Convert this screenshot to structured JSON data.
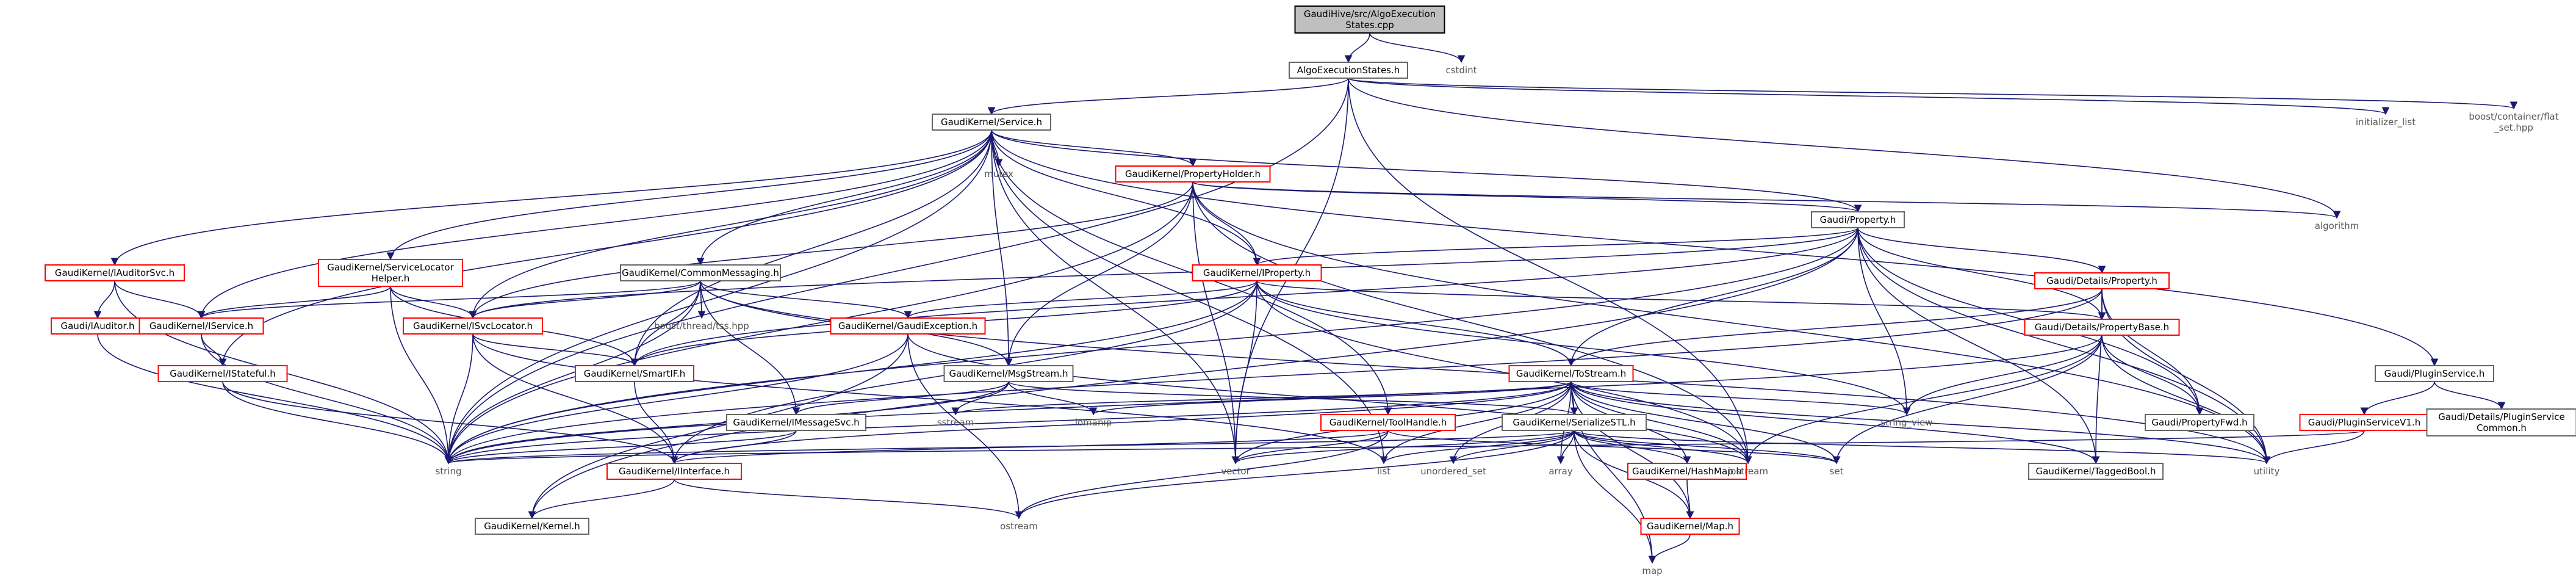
{
  "nodes": [
    {
      "id": "root",
      "lines": [
        "GaudiHive/src/AlgoExecution",
        "States.cpp"
      ],
      "kind": "root"
    },
    {
      "id": "aes",
      "lines": [
        "AlgoExecutionStates.h"
      ],
      "kind": "black"
    },
    {
      "id": "cstdint",
      "lines": [
        "cstdint"
      ],
      "kind": "plain"
    },
    {
      "id": "svc",
      "lines": [
        "GaudiKernel/Service.h"
      ],
      "kind": "black"
    },
    {
      "id": "initlist",
      "lines": [
        "initializer_list"
      ],
      "kind": "plain"
    },
    {
      "id": "flatset",
      "lines": [
        "boost/container/flat",
        "_set.hpp"
      ],
      "kind": "plain"
    },
    {
      "id": "mutex",
      "lines": [
        "mutex"
      ],
      "kind": "plain"
    },
    {
      "id": "propholder",
      "lines": [
        "GaudiKernel/PropertyHolder.h"
      ],
      "kind": "red"
    },
    {
      "id": "algorithm",
      "lines": [
        "algorithm"
      ],
      "kind": "plain"
    },
    {
      "id": "property",
      "lines": [
        "Gaudi/Property.h"
      ],
      "kind": "black"
    },
    {
      "id": "iauditorsvc",
      "lines": [
        "GaudiKernel/IAuditorSvc.h"
      ],
      "kind": "red"
    },
    {
      "id": "svclocator",
      "lines": [
        "GaudiKernel/ServiceLocator",
        "Helper.h"
      ],
      "kind": "red"
    },
    {
      "id": "commsg",
      "lines": [
        "GaudiKernel/CommonMessaging.h"
      ],
      "kind": "black"
    },
    {
      "id": "iproperty",
      "lines": [
        "GaudiKernel/IProperty.h"
      ],
      "kind": "red"
    },
    {
      "id": "details_prop",
      "lines": [
        "Gaudi/Details/Property.h"
      ],
      "kind": "red"
    },
    {
      "id": "ipluginsvc",
      "lines": [
        "Gaudi/PluginService.h"
      ],
      "kind": "black"
    },
    {
      "id": "iauditor",
      "lines": [
        "Gaudi/IAuditor.h"
      ],
      "kind": "red"
    },
    {
      "id": "iservice",
      "lines": [
        "GaudiKernel/IService.h"
      ],
      "kind": "red"
    },
    {
      "id": "isvclocator",
      "lines": [
        "GaudiKernel/ISvcLocator.h"
      ],
      "kind": "red"
    },
    {
      "id": "threadtss",
      "lines": [
        "boost/thread/tss.hpp"
      ],
      "kind": "plain"
    },
    {
      "id": "gexception",
      "lines": [
        "GaudiKernel/GaudiException.h"
      ],
      "kind": "red"
    },
    {
      "id": "propbase",
      "lines": [
        "Gaudi/Details/PropertyBase.h"
      ],
      "kind": "red"
    },
    {
      "id": "pluginv1",
      "lines": [
        "Gaudi/PluginServiceV1.h"
      ],
      "kind": "red"
    },
    {
      "id": "plugincommon",
      "lines": [
        "Gaudi/Details/PluginService",
        "Common.h"
      ],
      "kind": "black"
    },
    {
      "id": "istateful",
      "lines": [
        "GaudiKernel/IStateful.h"
      ],
      "kind": "red"
    },
    {
      "id": "smartif",
      "lines": [
        "GaudiKernel/SmartIF.h"
      ],
      "kind": "red"
    },
    {
      "id": "msgstream",
      "lines": [
        "GaudiKernel/MsgStream.h"
      ],
      "kind": "black"
    },
    {
      "id": "tostream",
      "lines": [
        "GaudiKernel/ToStream.h"
      ],
      "kind": "red"
    },
    {
      "id": "sstream",
      "lines": [
        "sstream"
      ],
      "kind": "plain"
    },
    {
      "id": "iomanip",
      "lines": [
        "iomanip"
      ],
      "kind": "plain"
    },
    {
      "id": "stringview",
      "lines": [
        "string_view"
      ],
      "kind": "plain"
    },
    {
      "id": "propfwd",
      "lines": [
        "Gaudi/PropertyFwd.h"
      ],
      "kind": "black"
    },
    {
      "id": "imsgsvc",
      "lines": [
        "GaudiKernel/IMessageSvc.h"
      ],
      "kind": "black"
    },
    {
      "id": "toolhandle",
      "lines": [
        "GaudiKernel/ToolHandle.h"
      ],
      "kind": "red"
    },
    {
      "id": "serializestl",
      "lines": [
        "GaudiKernel/SerializeSTL.h"
      ],
      "kind": "black"
    },
    {
      "id": "string",
      "lines": [
        "string"
      ],
      "kind": "plain"
    },
    {
      "id": "iinterface",
      "lines": [
        "GaudiKernel/IInterface.h"
      ],
      "kind": "red"
    },
    {
      "id": "vector",
      "lines": [
        "vector"
      ],
      "kind": "plain"
    },
    {
      "id": "list",
      "lines": [
        "list"
      ],
      "kind": "plain"
    },
    {
      "id": "unordered_set",
      "lines": [
        "unordered_set"
      ],
      "kind": "plain"
    },
    {
      "id": "array",
      "lines": [
        "array"
      ],
      "kind": "plain"
    },
    {
      "id": "hashmap",
      "lines": [
        "GaudiKernel/HashMap.h"
      ],
      "kind": "red"
    },
    {
      "id": "iostream",
      "lines": [
        "iostream"
      ],
      "kind": "plain"
    },
    {
      "id": "set",
      "lines": [
        "set"
      ],
      "kind": "plain"
    },
    {
      "id": "taggedbool",
      "lines": [
        "GaudiKernel/TaggedBool.h"
      ],
      "kind": "black"
    },
    {
      "id": "utility",
      "lines": [
        "utility"
      ],
      "kind": "plain"
    },
    {
      "id": "kernel",
      "lines": [
        "GaudiKernel/Kernel.h"
      ],
      "kind": "black"
    },
    {
      "id": "ostream",
      "lines": [
        "ostream"
      ],
      "kind": "plain"
    },
    {
      "id": "gmap",
      "lines": [
        "GaudiKernel/Map.h"
      ],
      "kind": "red"
    },
    {
      "id": "map",
      "lines": [
        "map"
      ],
      "kind": "plain"
    }
  ],
  "edges": [
    [
      "root",
      "aes"
    ],
    [
      "root",
      "cstdint"
    ],
    [
      "aes",
      "svc"
    ],
    [
      "aes",
      "initlist"
    ],
    [
      "aes",
      "flatset"
    ],
    [
      "aes",
      "algorithm"
    ],
    [
      "aes",
      "string"
    ],
    [
      "aes",
      "vector"
    ],
    [
      "aes",
      "iostream"
    ],
    [
      "svc",
      "mutex"
    ],
    [
      "svc",
      "propholder"
    ],
    [
      "svc",
      "property"
    ],
    [
      "svc",
      "iauditorsvc"
    ],
    [
      "svc",
      "svclocator"
    ],
    [
      "svc",
      "commsg"
    ],
    [
      "svc",
      "iproperty"
    ],
    [
      "svc",
      "ipluginsvc"
    ],
    [
      "svc",
      "iservice"
    ],
    [
      "svc",
      "isvclocator"
    ],
    [
      "svc",
      "istateful"
    ],
    [
      "svc",
      "smartif"
    ],
    [
      "svc",
      "msgstream"
    ],
    [
      "svc",
      "toolhandle"
    ],
    [
      "svc",
      "string"
    ],
    [
      "svc",
      "vector"
    ],
    [
      "svc",
      "list"
    ],
    [
      "propholder",
      "property"
    ],
    [
      "propholder",
      "iproperty"
    ],
    [
      "propholder",
      "algorithm"
    ],
    [
      "propholder",
      "msgstream"
    ],
    [
      "propholder",
      "isvclocator"
    ],
    [
      "propholder",
      "string"
    ],
    [
      "propholder",
      "vector"
    ],
    [
      "propholder",
      "utility"
    ],
    [
      "propholder",
      "iostream"
    ],
    [
      "property",
      "iproperty"
    ],
    [
      "property",
      "details_prop"
    ],
    [
      "property",
      "propbase"
    ],
    [
      "property",
      "propfwd"
    ],
    [
      "property",
      "tostream"
    ],
    [
      "property",
      "taggedbool"
    ],
    [
      "property",
      "stringview"
    ],
    [
      "property",
      "utility"
    ],
    [
      "property",
      "string"
    ],
    [
      "property",
      "smartif"
    ],
    [
      "property",
      "kernel"
    ],
    [
      "property",
      "isvclocator"
    ],
    [
      "iauditorsvc",
      "iauditor"
    ],
    [
      "iauditorsvc",
      "iservice"
    ],
    [
      "iauditorsvc",
      "string"
    ],
    [
      "svclocator",
      "iservice"
    ],
    [
      "svclocator",
      "isvclocator"
    ],
    [
      "svclocator",
      "smartif"
    ],
    [
      "svclocator",
      "string"
    ],
    [
      "commsg",
      "threadtss"
    ],
    [
      "commsg",
      "gexception"
    ],
    [
      "commsg",
      "msgstream"
    ],
    [
      "commsg",
      "iservice"
    ],
    [
      "commsg",
      "isvclocator"
    ],
    [
      "commsg",
      "smartif"
    ],
    [
      "commsg",
      "imsgsvc"
    ],
    [
      "commsg",
      "string"
    ],
    [
      "commsg",
      "utility"
    ],
    [
      "iproperty",
      "gexception"
    ],
    [
      "iproperty",
      "propbase"
    ],
    [
      "iproperty",
      "tostream"
    ],
    [
      "iproperty",
      "iinterface"
    ],
    [
      "iproperty",
      "string"
    ],
    [
      "iproperty",
      "vector"
    ],
    [
      "iproperty",
      "stringview"
    ],
    [
      "iproperty",
      "iostream"
    ],
    [
      "iproperty",
      "smartif"
    ],
    [
      "details_prop",
      "propbase"
    ],
    [
      "details_prop",
      "propfwd"
    ],
    [
      "details_prop",
      "tostream"
    ],
    [
      "details_prop",
      "taggedbool"
    ],
    [
      "details_prop",
      "utility"
    ],
    [
      "details_prop",
      "string"
    ],
    [
      "ipluginsvc",
      "pluginv1"
    ],
    [
      "ipluginsvc",
      "plugincommon"
    ],
    [
      "iauditor",
      "string"
    ],
    [
      "iservice",
      "istateful"
    ],
    [
      "iservice",
      "string"
    ],
    [
      "isvclocator",
      "smartif"
    ],
    [
      "isvclocator",
      "iinterface"
    ],
    [
      "isvclocator",
      "string"
    ],
    [
      "isvclocator",
      "list"
    ],
    [
      "gexception",
      "kernel"
    ],
    [
      "gexception",
      "string"
    ],
    [
      "gexception",
      "ostream"
    ],
    [
      "gexception",
      "iostream"
    ],
    [
      "propbase",
      "propfwd"
    ],
    [
      "propbase",
      "stringview"
    ],
    [
      "propbase",
      "set"
    ],
    [
      "propbase",
      "utility"
    ],
    [
      "propbase",
      "iostream"
    ],
    [
      "propbase",
      "string"
    ],
    [
      "pluginv1",
      "utility"
    ],
    [
      "pluginv1",
      "string"
    ],
    [
      "istateful",
      "iinterface"
    ],
    [
      "istateful",
      "string"
    ],
    [
      "smartif",
      "iinterface"
    ],
    [
      "msgstream",
      "imsgsvc"
    ],
    [
      "msgstream",
      "sstream"
    ],
    [
      "msgstream",
      "iomanip"
    ],
    [
      "msgstream",
      "string"
    ],
    [
      "msgstream",
      "serializestl"
    ],
    [
      "tostream",
      "serializestl"
    ],
    [
      "tostream",
      "hashmap"
    ],
    [
      "tostream",
      "gmap"
    ],
    [
      "tostream",
      "sstream"
    ],
    [
      "tostream",
      "iomanip"
    ],
    [
      "tostream",
      "stringview"
    ],
    [
      "tostream",
      "string"
    ],
    [
      "tostream",
      "vector"
    ],
    [
      "tostream",
      "list"
    ],
    [
      "tostream",
      "array"
    ],
    [
      "tostream",
      "set"
    ],
    [
      "tostream",
      "utility"
    ],
    [
      "tostream",
      "map"
    ],
    [
      "tostream",
      "unordered_set"
    ],
    [
      "tostream",
      "iostream"
    ],
    [
      "tostream",
      "taggedbool"
    ],
    [
      "tostream",
      "iinterface"
    ],
    [
      "imsgsvc",
      "iinterface"
    ],
    [
      "imsgsvc",
      "string"
    ],
    [
      "toolhandle",
      "iinterface"
    ],
    [
      "toolhandle",
      "vector"
    ],
    [
      "toolhandle",
      "set"
    ],
    [
      "toolhandle",
      "ostream"
    ],
    [
      "serializestl",
      "gmap"
    ],
    [
      "serializestl",
      "hashmap"
    ],
    [
      "serializestl",
      "array"
    ],
    [
      "serializestl",
      "list"
    ],
    [
      "serializestl",
      "vector"
    ],
    [
      "serializestl",
      "set"
    ],
    [
      "serializestl",
      "unordered_set"
    ],
    [
      "serializestl",
      "utility"
    ],
    [
      "serializestl",
      "map"
    ],
    [
      "serializestl",
      "ostream"
    ],
    [
      "serializestl",
      "iostream"
    ],
    [
      "serializestl",
      "string"
    ],
    [
      "iinterface",
      "kernel"
    ],
    [
      "iinterface",
      "ostream"
    ],
    [
      "hashmap",
      "gmap"
    ],
    [
      "gmap",
      "map"
    ]
  ]
}
